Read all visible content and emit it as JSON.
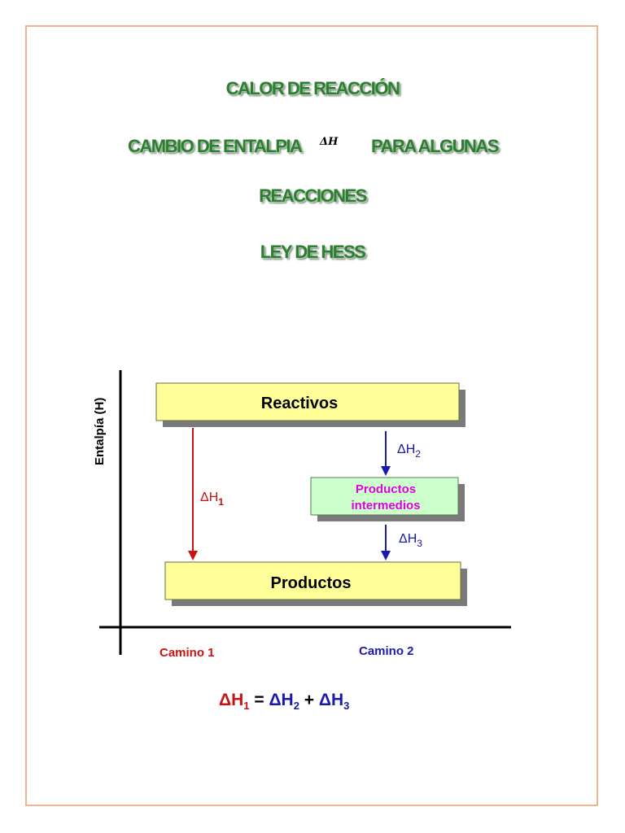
{
  "titles": {
    "line1": "CALOR DE REACCIÓN",
    "line2_left": "CAMBIO DE ENTALPIA",
    "line2_symbol": "ΔH",
    "line2_right": "PARA ALGUNAS",
    "line3": "REACCIONES",
    "line4": "LEY DE HESS"
  },
  "diagram": {
    "y_axis_label": "Entalpía (H)",
    "boxes": {
      "reactivos": "Reactivos",
      "intermedios_line1": "Productos",
      "intermedios_line2": "intermedios",
      "productos": "Productos"
    },
    "arrows": {
      "dh1": {
        "base": "ΔH",
        "sub": "1"
      },
      "dh2": {
        "base": "ΔH",
        "sub": "2"
      },
      "dh3": {
        "base": "ΔH",
        "sub": "3"
      }
    },
    "paths": {
      "camino1": "Camino 1",
      "camino2": "Camino 2"
    },
    "equation": {
      "t1": "ΔH",
      "s1": "1",
      "eq": " = ",
      "t2": "ΔH",
      "s2": "2",
      "plus": " + ",
      "t3": "ΔH",
      "s3": "3"
    }
  },
  "colors": {
    "title_green": "#2e7d32",
    "box_yellow": "#ffff99",
    "box_green": "#ccffcc",
    "red": "#cc1111",
    "blue": "#1a1ab0",
    "magenta": "#e000e0"
  }
}
